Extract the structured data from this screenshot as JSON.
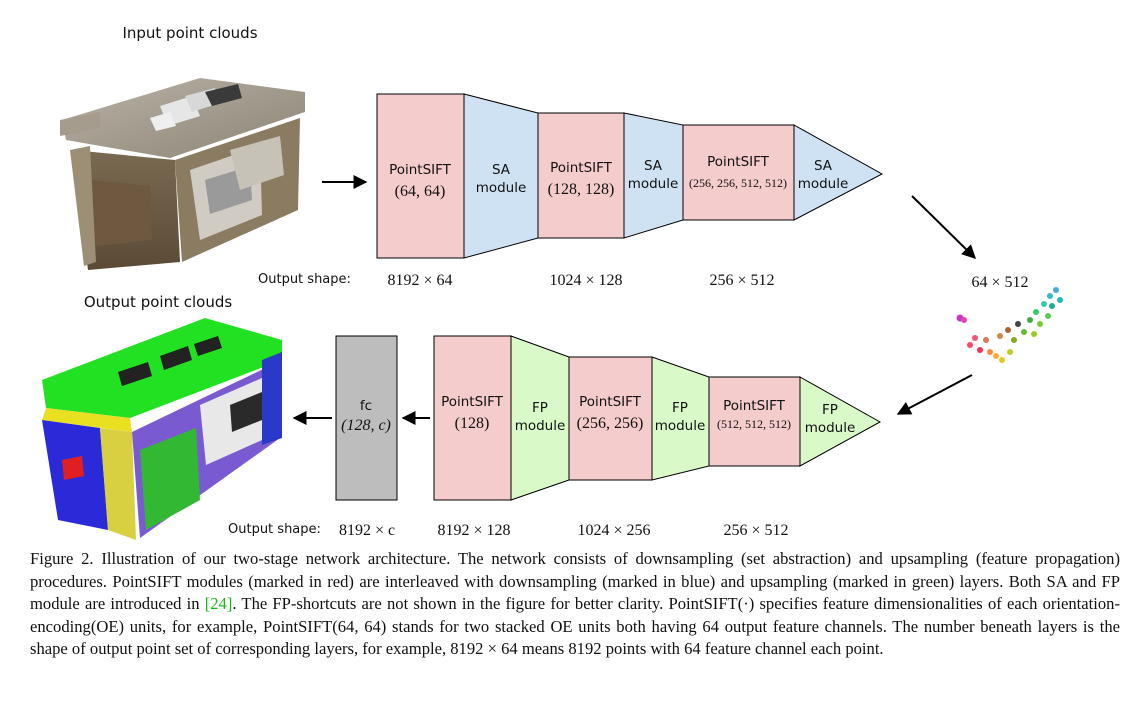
{
  "figure": {
    "input_title": "Input point clouds",
    "output_title": "Output point clouds",
    "output_shape_label": "Output shape:",
    "encoder": {
      "blocks": [
        {
          "name": "PointSIFT",
          "params": "(64, 64)"
        },
        {
          "name": "SA",
          "name2": "module"
        },
        {
          "name": "PointSIFT",
          "params": "(128, 128)"
        },
        {
          "name": "SA",
          "name2": "module"
        },
        {
          "name": "PointSIFT",
          "params": "(256, 256, 512, 512)"
        },
        {
          "name": "SA",
          "name2": "module"
        }
      ],
      "shapes": [
        "8192 × 64",
        "1024 × 128",
        "256 × 512"
      ]
    },
    "bottleneck_shape": "64 × 512",
    "decoder": {
      "fc": {
        "name": "fc",
        "params": "(128, c)"
      },
      "blocks": [
        {
          "name": "PointSIFT",
          "params": "(128)"
        },
        {
          "name": "FP",
          "name2": "module"
        },
        {
          "name": "PointSIFT",
          "params": "(256, 256)"
        },
        {
          "name": "FP",
          "name2": "module"
        },
        {
          "name": "PointSIFT",
          "params": "(512, 512, 512)"
        },
        {
          "name": "FP",
          "name2": "module"
        }
      ],
      "shapes": [
        "8192 × c",
        "8192 × 128",
        "1024 × 256",
        "256 × 512"
      ]
    },
    "colors": {
      "pointsift": "#f4cccc",
      "sa": "#cfe2f3",
      "fp": "#d9f9c9",
      "fc": "#bdbdbd"
    }
  },
  "caption": {
    "p1": "Figure 2. Illustration of our two-stage network architecture.  The network consists of downsampling (set abstraction) and upsampling (feature propagation) procedures. PointSIFT modules (marked in red) are interleaved with downsampling (marked in blue) and upsampling (marked in green) layers. Both SA and FP module are introduced in ",
    "ref": "[24]",
    "p2": ". The FP-shortcuts are not shown in the figure for better clarity. PointSIFT(·) specifies feature dimensionalities of each orientation-encoding(OE) units, for example, PointSIFT(64, 64) stands for two stacked OE units both having 64 output feature channels.  The number beneath layers is the shape of output point set of corresponding layers, for example, 8192 × 64 means 8192 points with 64 feature channel each point."
  }
}
